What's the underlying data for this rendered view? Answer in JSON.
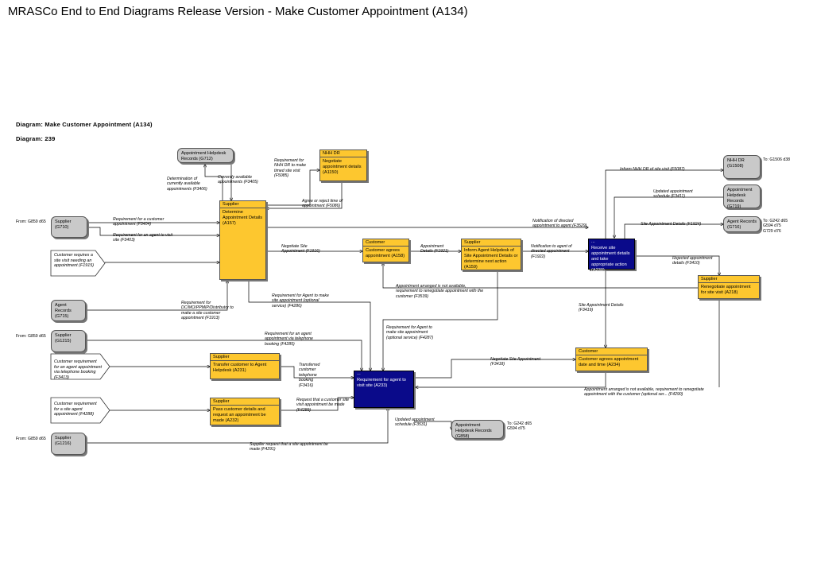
{
  "title": "MRASCo End to End Diagrams Release Version - Make Customer Appointment (A134)",
  "diagram_heading": "Diagram: Make Customer Appointment (A134)",
  "diagram_number": "Diagram: 239",
  "stores": {
    "helpdesk_g712": "Appointment Helpdesk Records (G712)",
    "nhhdr_g1508": "NHH DR (G1508)",
    "helpdesk_g719": "Appointment Helpdesk Records (G719)",
    "agent_g716": "Agent Records (G716)",
    "supplier_g710": "Supplier (G710)",
    "agent_g715": "Agent Records (G715)",
    "supplier_g1215": "Supplier (G1215)",
    "supplier_g1216": "Supplier (G1216)",
    "helpdesk_g858": "Appointment Helpdesk Records (G858)"
  },
  "processes": {
    "a1150": {
      "role": "NHH DR",
      "text": "Negotiate appointment details (A1150)"
    },
    "a157": {
      "role": "Supplier",
      "text": "Determine Appointment Details (A157)"
    },
    "a158": {
      "role": "Customer",
      "text": "Customer agrees appointment (A158)"
    },
    "a159": {
      "role": "Supplier",
      "text": "Inform Agent Helpdesk of Site Appointment Details or determine next action (A159)"
    },
    "a230": {
      "role": "...",
      "text": "Receive site appointment details and take appropriate action (A230)"
    },
    "a218": {
      "role": "Supplier",
      "text": "Renegotiate appointment for site visit (A218)"
    },
    "a231": {
      "role": "Supplier",
      "text": "Transfer customer to Agent Helpdesk (A231)"
    },
    "a232": {
      "role": "Supplier",
      "text": "Pass customer details and request an appointment be made (A232)"
    },
    "a233": {
      "role": "...",
      "text": "Requirement for agent to visit site (A233)"
    },
    "a234": {
      "role": "Customer",
      "text": "Customer agrees appointment date and time (A234)"
    }
  },
  "externals": {
    "e1": "Customer requires a site visit needing an appointment (F1915)",
    "e2": "Customer requirement for an agent appointment via telephone booking (F3413)",
    "e3": "Customer requirement for a site agent appointment (F4288)"
  },
  "refs": {
    "from_g710": "From: G859 d65",
    "from_g1215": "From: G859 d65",
    "from_g1216": "From: G859 d65",
    "to_g1508": "To: G1506 d38",
    "to_g716": "To: G242 d65\nG594 d75\nG729 d76",
    "to_g858": "To: G242 d65\nG594 d75"
  },
  "flows": {
    "f3406": "Determination of currently available appointments (F3406)",
    "f3405": "Currently available appointments (F3405)",
    "f5085": "Requirement for NHH DR to make timed site visit (F5085)",
    "f5086": "Agree or reject time of appointment (F5086)",
    "f5087": "Inform NHH DR of site visit (F5087)",
    "f3411": "Updated appointment schedule (F3411)",
    "f1924": "Site Appointment Details (F1924)",
    "f3404": "Requirement for a customer appointment (F3404)",
    "f3403": "Requirement for an agent to visit site (F3403)",
    "f3529": "Notification of directed appointment to agent (F3529)",
    "f1916": "Negotiate Site Appointment (F1916)",
    "f1921": "Appointment Details (F1921)",
    "f1922": "Notification to agent of directed appointment (F1922)",
    "f3410": "Rejected appointment details (F3410)",
    "f3539": "Appointment arranged is not available, requirement to renegotiate appointment with the customer (F3539)",
    "f1913": "Requirement for DC/MO/PPMIP/Distributor to make a site customer appointment (F1913)",
    "f4286": "Requirement for Agent to make site appointment (optional service) (F4286)",
    "f3419": "Site Appointment Details (F3419)",
    "f4285": "Requirement for an agent appointment via telephone booking (F4285)",
    "f4287": "Requirement for Agent to make site appointment (optional service) (F4287)",
    "f3418": "Negotiate Site Appointment (F3418)",
    "f3416": "Transferred customer telephone booking (F3416)",
    "f4289": "Request that a customer site visit appointment be made (F4289)",
    "f4290": "Appointment arranged is not available, requirement to renegotiate appointment with the customer (optional ser... (F4290)",
    "f3531": "Updated appointment schedule (F3531)",
    "f4291": "Supplier request that a site appointment be made (F4291)"
  }
}
